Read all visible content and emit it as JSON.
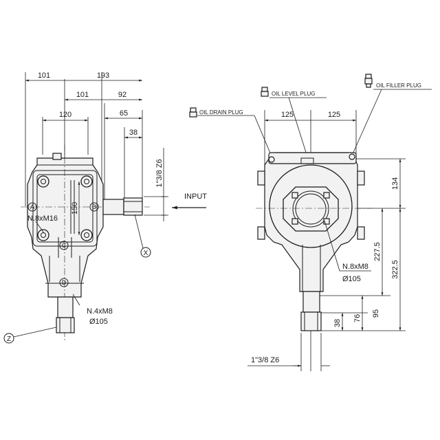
{
  "side_view": {
    "dims": {
      "d101_top": "101",
      "d193": "193",
      "d101_mid": "101",
      "d92": "92",
      "d120": "120",
      "d65": "65",
      "d38": "38",
      "d150": "150",
      "shaft_x": "1\"3/8  Z6"
    },
    "callouts": {
      "bolts_side": "N.8xM16",
      "bolts_bottom": "N.4xM8",
      "pcd_bottom": "Ø105"
    },
    "markers": {
      "a": "A",
      "b": "B",
      "c": "C",
      "d": "D",
      "x": "X",
      "z": "Z"
    },
    "input_label": "INPUT"
  },
  "front_view": {
    "plugs": {
      "drain": "OIL DRAIN PLUG",
      "level": "OIL LEVEL PLUG",
      "filler": "OIL FILLER PLUG"
    },
    "dims": {
      "d125_left": "125",
      "d125_right": "125",
      "d134": "134",
      "d227_5": "227.5",
      "d322_5": "322.5",
      "d95": "95",
      "d76": "76",
      "d38": "38",
      "shaft_z": "1\"3/8  Z6"
    },
    "callouts": {
      "bolts_flange": "N.8xM8",
      "pcd_flange": "Ø105"
    }
  }
}
